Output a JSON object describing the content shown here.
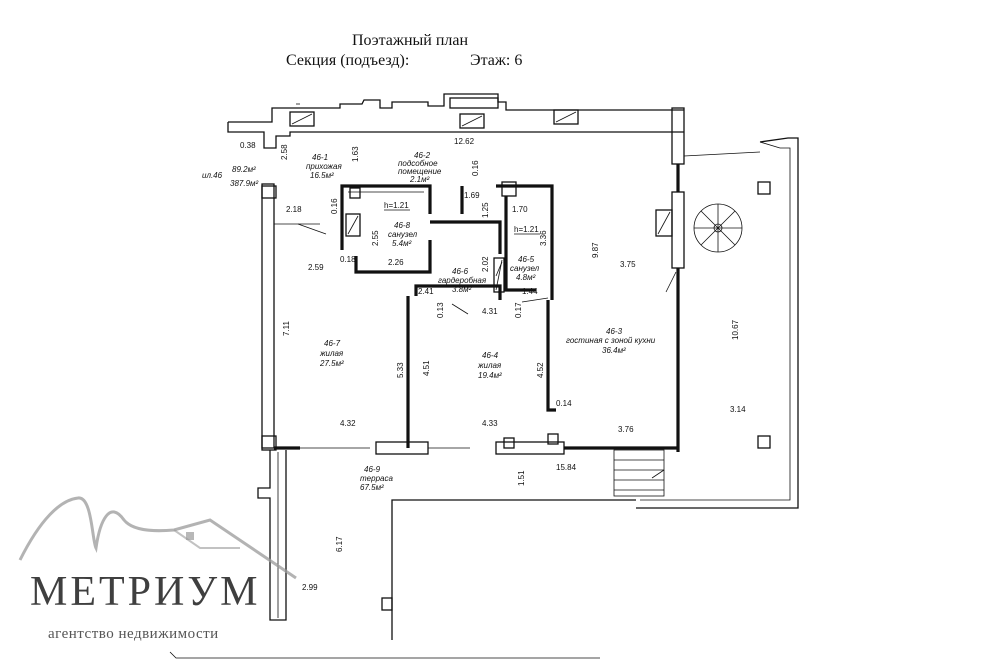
{
  "header": {
    "title": "Поэтажный план",
    "section": "Секция (подъезд):",
    "floor": "Этаж: 6"
  },
  "summary": {
    "id": "ил.46",
    "area_living": "89.2м²",
    "area_total": "387.9м²"
  },
  "rooms": [
    {
      "id": "46-1",
      "name": "прихожая",
      "area": "16.5м²"
    },
    {
      "id": "46-2",
      "name": "подсобное",
      "name2": "помещение",
      "area": "2.1м²"
    },
    {
      "id": "46-8",
      "name": "санузел",
      "area": "5.4м²"
    },
    {
      "id": "46-6",
      "name": "гардеробная",
      "area": "3.8м²"
    },
    {
      "id": "46-5",
      "name": "санузел",
      "area": "4.8м²"
    },
    {
      "id": "46-7",
      "name": "жилая",
      "area": "27.5м²"
    },
    {
      "id": "46-4",
      "name": "жилая",
      "area": "19.4м²"
    },
    {
      "id": "46-3",
      "name": "гостиная с зоной кухни",
      "area": "36.4м²"
    },
    {
      "id": "46-9",
      "name": "терраса",
      "area": "67.5м²"
    }
  ],
  "heights": {
    "h1": "h=1.21",
    "h2": "h=1.21"
  },
  "dimensions": {
    "d0": "0.38",
    "d1": "2.58",
    "d2": "1.63",
    "d3": "12.62",
    "d4": "0.16",
    "d5": "1.69",
    "d6": "1.25",
    "d7": "1.70",
    "d8": "2.18",
    "d9": "0.16",
    "d10": "2.55",
    "d11": "0.18",
    "d12": "2.26",
    "d13": "2.59",
    "d14": "3.36",
    "d15": "9.87",
    "d16": "3.75",
    "d17": "2.02",
    "d18": "1.44",
    "d19": "2.41",
    "d20": "0.13",
    "d21": "4.31",
    "d22": "0.17",
    "d23": "7.11",
    "d24": "5.33",
    "d25": "4.51",
    "d26": "4.52",
    "d27": "10.67",
    "d28": "0.14",
    "d29": "3.14",
    "d30": "4.32",
    "d31": "4.33",
    "d32": "3.76",
    "d33": "1.51",
    "d34": "15.84",
    "d35": "6.17",
    "d36": "2.99"
  },
  "logo": {
    "word": "МЕТРИУМ",
    "sub": "агентство недвижимости"
  },
  "colors": {
    "ink": "#111111",
    "logo": "#3f3f3f"
  }
}
